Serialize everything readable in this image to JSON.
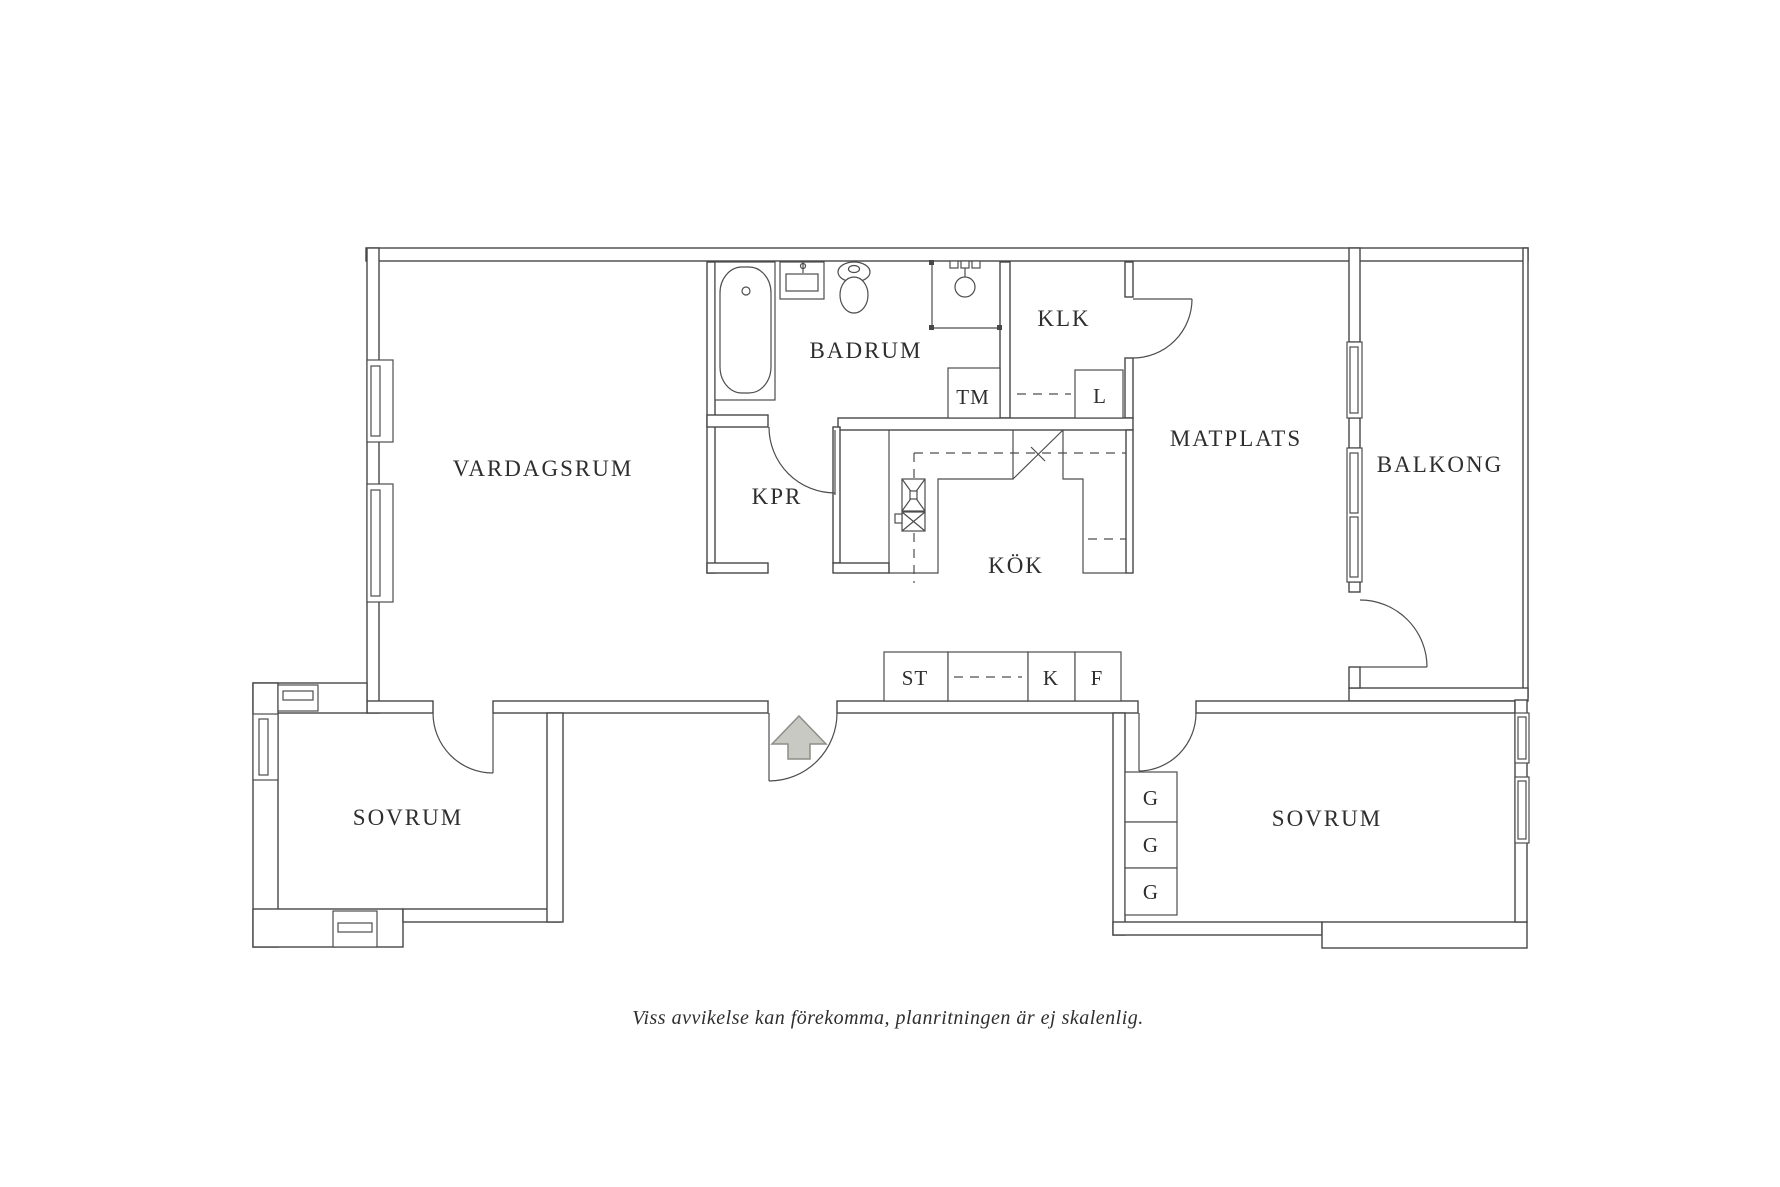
{
  "colors": {
    "background": "#ffffff",
    "wall_line": "#474747",
    "label_text": "#2e2e2e",
    "arrow_fill": "#c9c9c4",
    "arrow_stroke": "#8e8e88"
  },
  "plan": {
    "rooms": {
      "vardagsrum": {
        "label": "VARDAGSRUM"
      },
      "badrum": {
        "label": "BADRUM"
      },
      "klk": {
        "label": "KLK"
      },
      "kpr": {
        "label": "KPR"
      },
      "matplats": {
        "label": "MATPLATS"
      },
      "balkong": {
        "label": "BALKONG"
      },
      "kok": {
        "label": "KÖK"
      },
      "sovrum_left": {
        "label": "SOVRUM"
      },
      "sovrum_right": {
        "label": "SOVRUM"
      }
    },
    "units": {
      "tm": {
        "label": "TM"
      },
      "l": {
        "label": "L"
      },
      "st": {
        "label": "ST"
      },
      "k": {
        "label": "K"
      },
      "f": {
        "label": "F"
      },
      "g": {
        "label": "G"
      }
    },
    "caption": "Viss avvikelse kan förekomma, planritningen är ej skalenlig."
  }
}
